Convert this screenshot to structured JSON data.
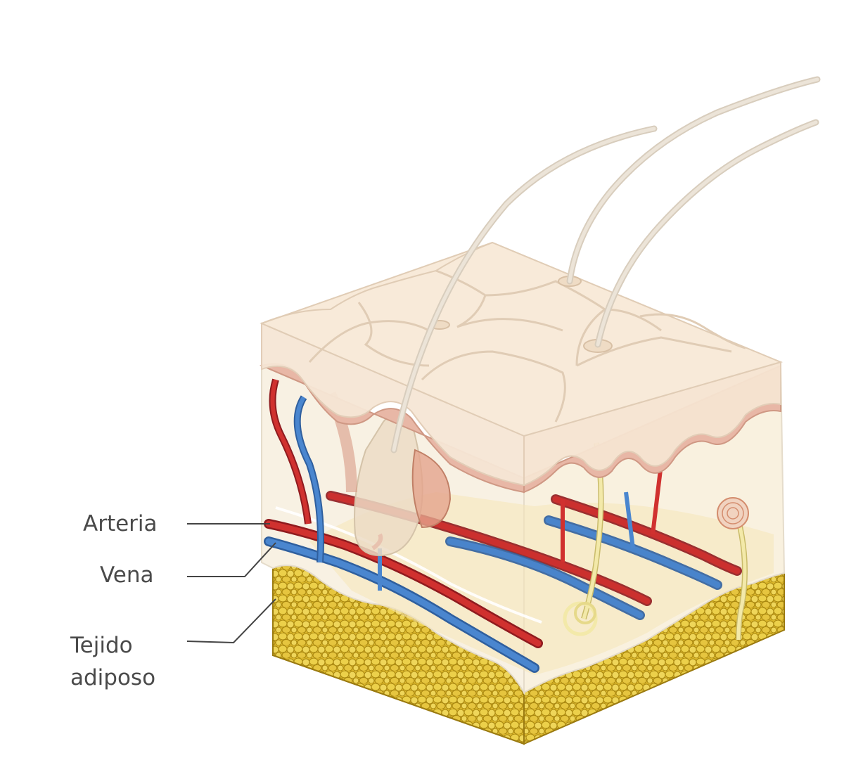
{
  "labels": {
    "arteria": "Arteria",
    "vena": "Vena",
    "tejido_line1": "Tejido",
    "tejido_line2": "adiposo"
  },
  "colors": {
    "artery": "#c9242b",
    "vein": "#3f7cc4",
    "fat": "#e9c93b",
    "fat_dark": "#b89518",
    "epidermis": "#f6e6d6",
    "dermis": "#f9efdc",
    "hair": "#e8e0d4",
    "nerve": "#f0e6a8",
    "leader_line": "#444444"
  }
}
